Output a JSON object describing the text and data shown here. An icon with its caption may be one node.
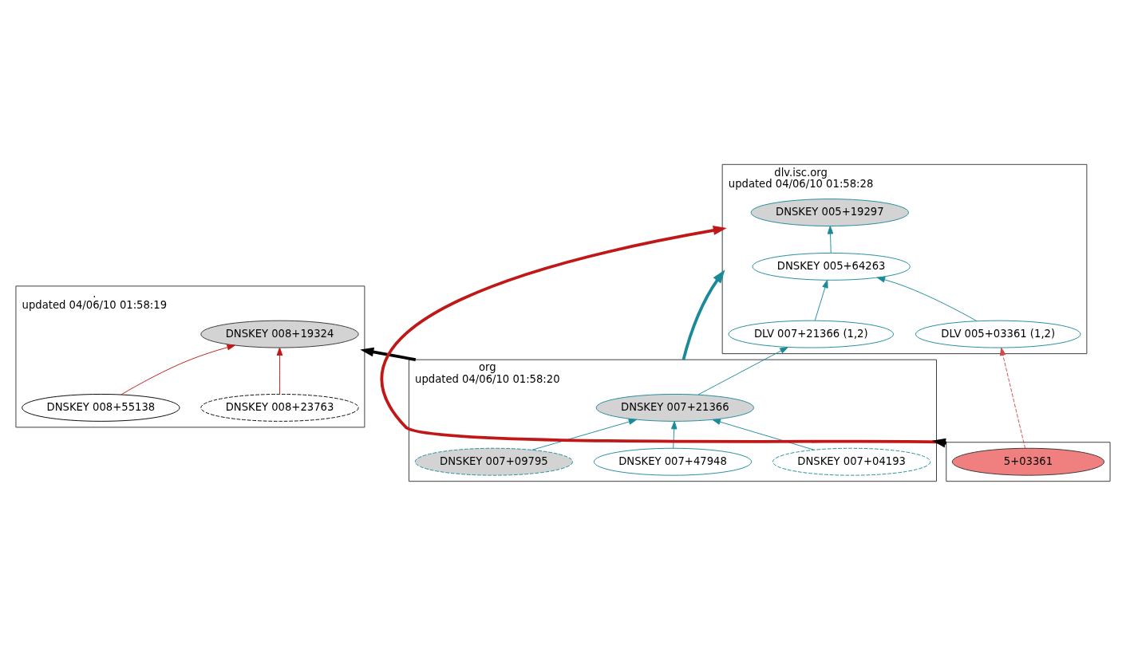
{
  "diagram": {
    "nodes": [
      {
        "text": [
          ".",
          "updated 04/06/10 01:58:19"
        ]
      },
      {
        "text": [
          "DNSKEY 008+19324"
        ],
        "in": 0
      },
      {
        "text": [
          "DNSKEY 008+23763"
        ],
        "in": 0
      },
      {
        "text": [
          "DNSKEY 008+55138"
        ],
        "in": 0
      },
      {
        "text": [
          "dlv.isc.org",
          "updated 04/06/10 01:58:28"
        ]
      },
      {
        "text": [
          "DNSKEY 005+19297"
        ],
        "in": 4
      },
      {
        "text": [
          "DNSKEY 005+64263"
        ],
        "in": 4
      },
      {
        "text": [
          "DLV 007+21366 (1,2)"
        ],
        "in": 4
      },
      {
        "text": [
          "DLV 005+03361 (1,2)"
        ],
        "in": 4
      },
      {
        "text": [
          "org",
          "updated 04/06/10 01:58:20"
        ]
      },
      {
        "text": [
          "DNSKEY 007+21366"
        ],
        "in": 9
      },
      {
        "text": [
          "DNSKEY 007+04193"
        ],
        "in": 9
      },
      {
        "text": [
          "DNSKEY 007+47948"
        ],
        "in": 9
      },
      {
        "text": [
          "DNSKEY 007+09795"
        ],
        "in": 9
      },
      {
        "text": [],
        "shape": "box"
      },
      {
        "text": [
          "5+03361"
        ],
        "in": 14
      }
    ],
    "edges": [
      {
        "from": 2,
        "to": 1,
        "arrow": "to",
        "color": "#c01818"
      },
      {
        "from": 3,
        "to": 1,
        "arrow": "to",
        "color": "#c01818"
      },
      {
        "from": 6,
        "to": 5,
        "arrow": "to"
      },
      {
        "from": 7,
        "to": 6,
        "arrow": "to"
      },
      {
        "from": 8,
        "to": 6,
        "arrow": "to"
      },
      {
        "from": 10,
        "to": 7,
        "arrow": "to"
      },
      {
        "from": 11,
        "to": 10,
        "arrow": "to"
      },
      {
        "from": 12,
        "to": 10,
        "arrow": "to"
      },
      {
        "from": 13,
        "to": 10,
        "arrow": "to"
      },
      {
        "from": 9,
        "to": 0,
        "arrow": "to",
        "style": "thick",
        "color": "#000000"
      },
      {
        "from": 9,
        "to": 4,
        "arrow": "to",
        "style": "thick"
      },
      {
        "from": 14,
        "to": 9,
        "arrow": "to",
        "style": "thick",
        "color": "#000000"
      },
      {
        "from": 14,
        "to": 4,
        "arrow": "to",
        "style": "thick",
        "color": "#c01818"
      },
      {
        "from": 15,
        "to": 8,
        "arrow": "to",
        "style": "dashed",
        "color": "#d04848"
      }
    ]
  }
}
